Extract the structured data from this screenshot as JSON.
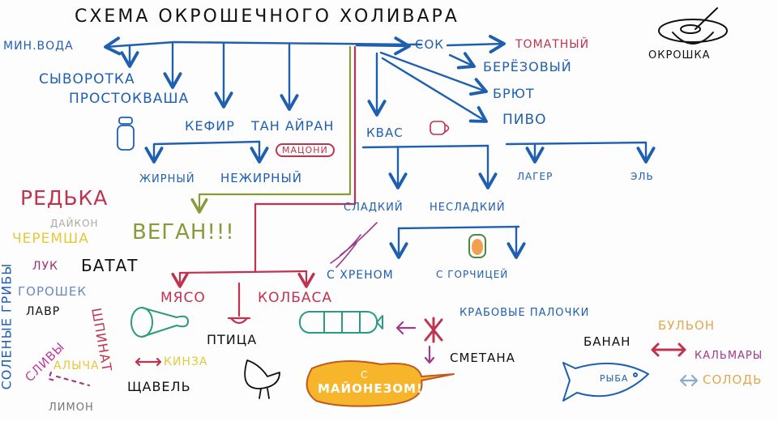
{
  "title": "СХЕМА ОКРОШЕЧНОГО ХОЛИВАРА",
  "colors": {
    "blue": "#1f5fb0",
    "red": "#c0334f",
    "green": "#8a9a3a",
    "black": "#111111",
    "yellow": "#e3c93a",
    "orange": "#f2b02a",
    "purple": "#a03a8c",
    "grey": "#9a9a9a",
    "teal": "#2a9a80"
  },
  "liquids": {
    "mineral_water": "МИН.ВОДА",
    "whey": "СЫВОРОТКА",
    "prostokvasha": "ПРОСТОКВАША",
    "kefir": "КЕФИР",
    "tan_ayran": "ТАН АЙРАН",
    "matsoni": "МАЦОНИ",
    "fatty": "ЖИРНЫЙ",
    "nonfat": "НЕЖИРНЫЙ",
    "juice": "СОК",
    "tomato": "ТОМАТНЫЙ",
    "birch": "БЕРЁЗОВЫЙ",
    "brut": "БРЮТ",
    "beer": "ПИВО",
    "lager": "ЛАГЕР",
    "ale": "ЭЛЬ",
    "kvass": "КВАС",
    "sweet": "СЛАДКИЙ",
    "unsweet": "НЕСЛАДКИЙ",
    "with_horseradish": "С ХРЕНОМ",
    "with_mustard": "С ГОРЧИЦЕЙ"
  },
  "logo": {
    "label": "ОКРОШКА"
  },
  "vegetables": {
    "radish": "РЕДЬКА",
    "daikon": "ДАЙКОН",
    "ramson": "ЧЕРЕМША",
    "vegan": "ВЕГАН!!!",
    "onion": "ЛУК",
    "batat": "БАТАТ",
    "peas": "ГОРОШЕК",
    "bay": "ЛАВР",
    "pickled_mushrooms": "СОЛЕНЫЕ ГРИБЫ",
    "spinach": "ШПИНАТ",
    "plums": "СЛИВЫ",
    "cherry_plum": "АЛЫЧА",
    "lemon": "ЛИМОН",
    "cilantro": "КИНЗА",
    "sorrel": "ЩАВЕЛЬ"
  },
  "proteins": {
    "meat": "МЯСО",
    "sausage": "КОЛБАСА",
    "poultry": "ПТИЦА",
    "mayo_prefix": "С",
    "mayo": "МАЙОНЕЗОМ!",
    "sour_cream": "СМЕТАНА",
    "crab_sticks": "КРАБОВЫЕ ПАЛОЧКИ",
    "broth": "БУЛЬОН",
    "banana": "БАНАН",
    "squid": "КАЛЬМАРЫ",
    "fish": "РЫБА",
    "malt": "СОЛОДЬ"
  }
}
